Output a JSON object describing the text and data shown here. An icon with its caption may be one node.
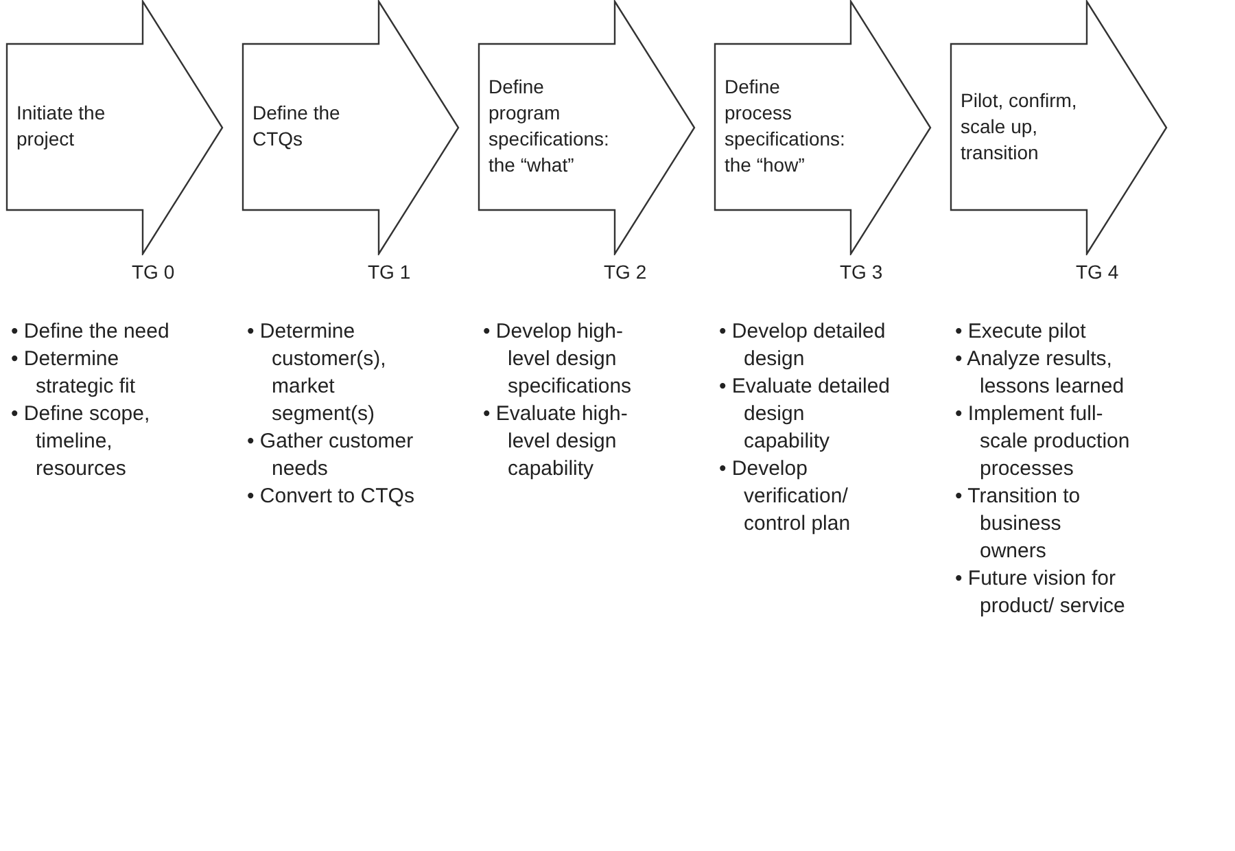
{
  "diagram": {
    "nodes": [
      {
        "text": [
          "Initiate the project"
        ],
        "beside": [
          "TG 0",
          "• Define the need",
          "• Determine strategic fit",
          "• Define scope, timeline, resources"
        ]
      },
      {
        "text": [
          "Define the CTQs"
        ],
        "beside": [
          "TG 1",
          "• Determine customer(s), market segment(s)",
          "• Gather customer needs",
          "• Convert to CTQs"
        ]
      },
      {
        "text": [
          "Define program specifications: the “what”"
        ],
        "beside": [
          "TG 2",
          "• Develop high-level design specifications",
          "• Evaluate high-level design capability"
        ]
      },
      {
        "text": [
          "Define process specifications: the “how”"
        ],
        "beside": [
          "TG 3",
          "• Develop detailed design",
          "• Evaluate detailed design capability",
          "• Develop verification/ control plan"
        ]
      },
      {
        "text": [
          "Pilot, confirm, scale up, transition"
        ],
        "beside": [
          "TG 4",
          "• Execute pilot",
          "• Analyze results, lessons learned",
          "• Implement full-scale production processes",
          "• Transition to business owners",
          "• Future vision for product/ service"
        ]
      }
    ]
  }
}
